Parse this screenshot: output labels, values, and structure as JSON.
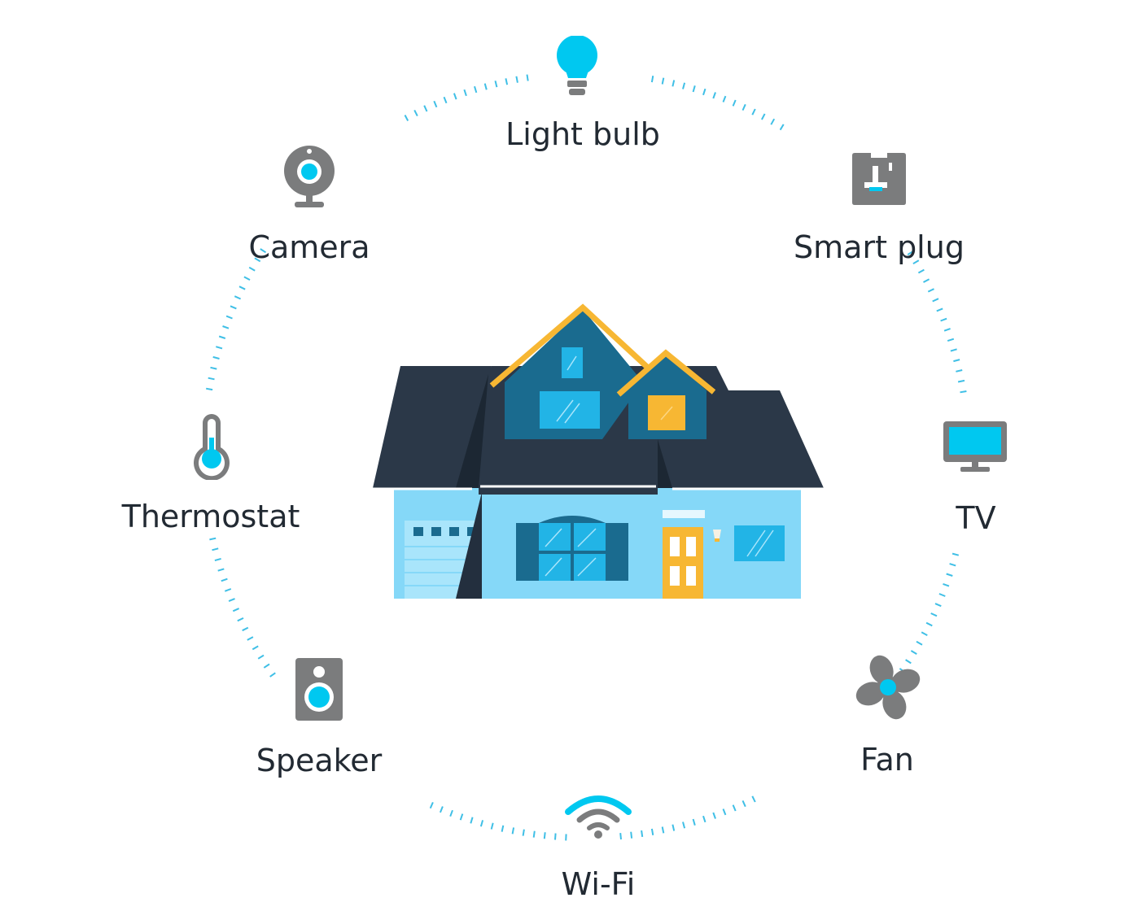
{
  "colors": {
    "accent": "#00c8f0",
    "icon_gray": "#7b7c7d",
    "roof": "#232f3e",
    "house_wall": "#85d8f8",
    "gable": "#1a6b8f",
    "trim": "#f7b733",
    "dots": "#3fbfe6"
  },
  "devices": [
    {
      "id": "light-bulb",
      "label": "Light bulb",
      "icon": "light-bulb-icon"
    },
    {
      "id": "smart-plug",
      "label": "Smart plug",
      "icon": "smart-plug-icon"
    },
    {
      "id": "tv",
      "label": "TV",
      "icon": "tv-icon"
    },
    {
      "id": "fan",
      "label": "Fan",
      "icon": "fan-icon"
    },
    {
      "id": "wifi",
      "label": "Wi-Fi",
      "icon": "wifi-icon"
    },
    {
      "id": "speaker",
      "label": "Speaker",
      "icon": "speaker-icon"
    },
    {
      "id": "thermostat",
      "label": "Thermostat",
      "icon": "thermostat-icon"
    },
    {
      "id": "camera",
      "label": "Camera",
      "icon": "camera-icon"
    }
  ],
  "center": {
    "icon": "house-illustration"
  }
}
